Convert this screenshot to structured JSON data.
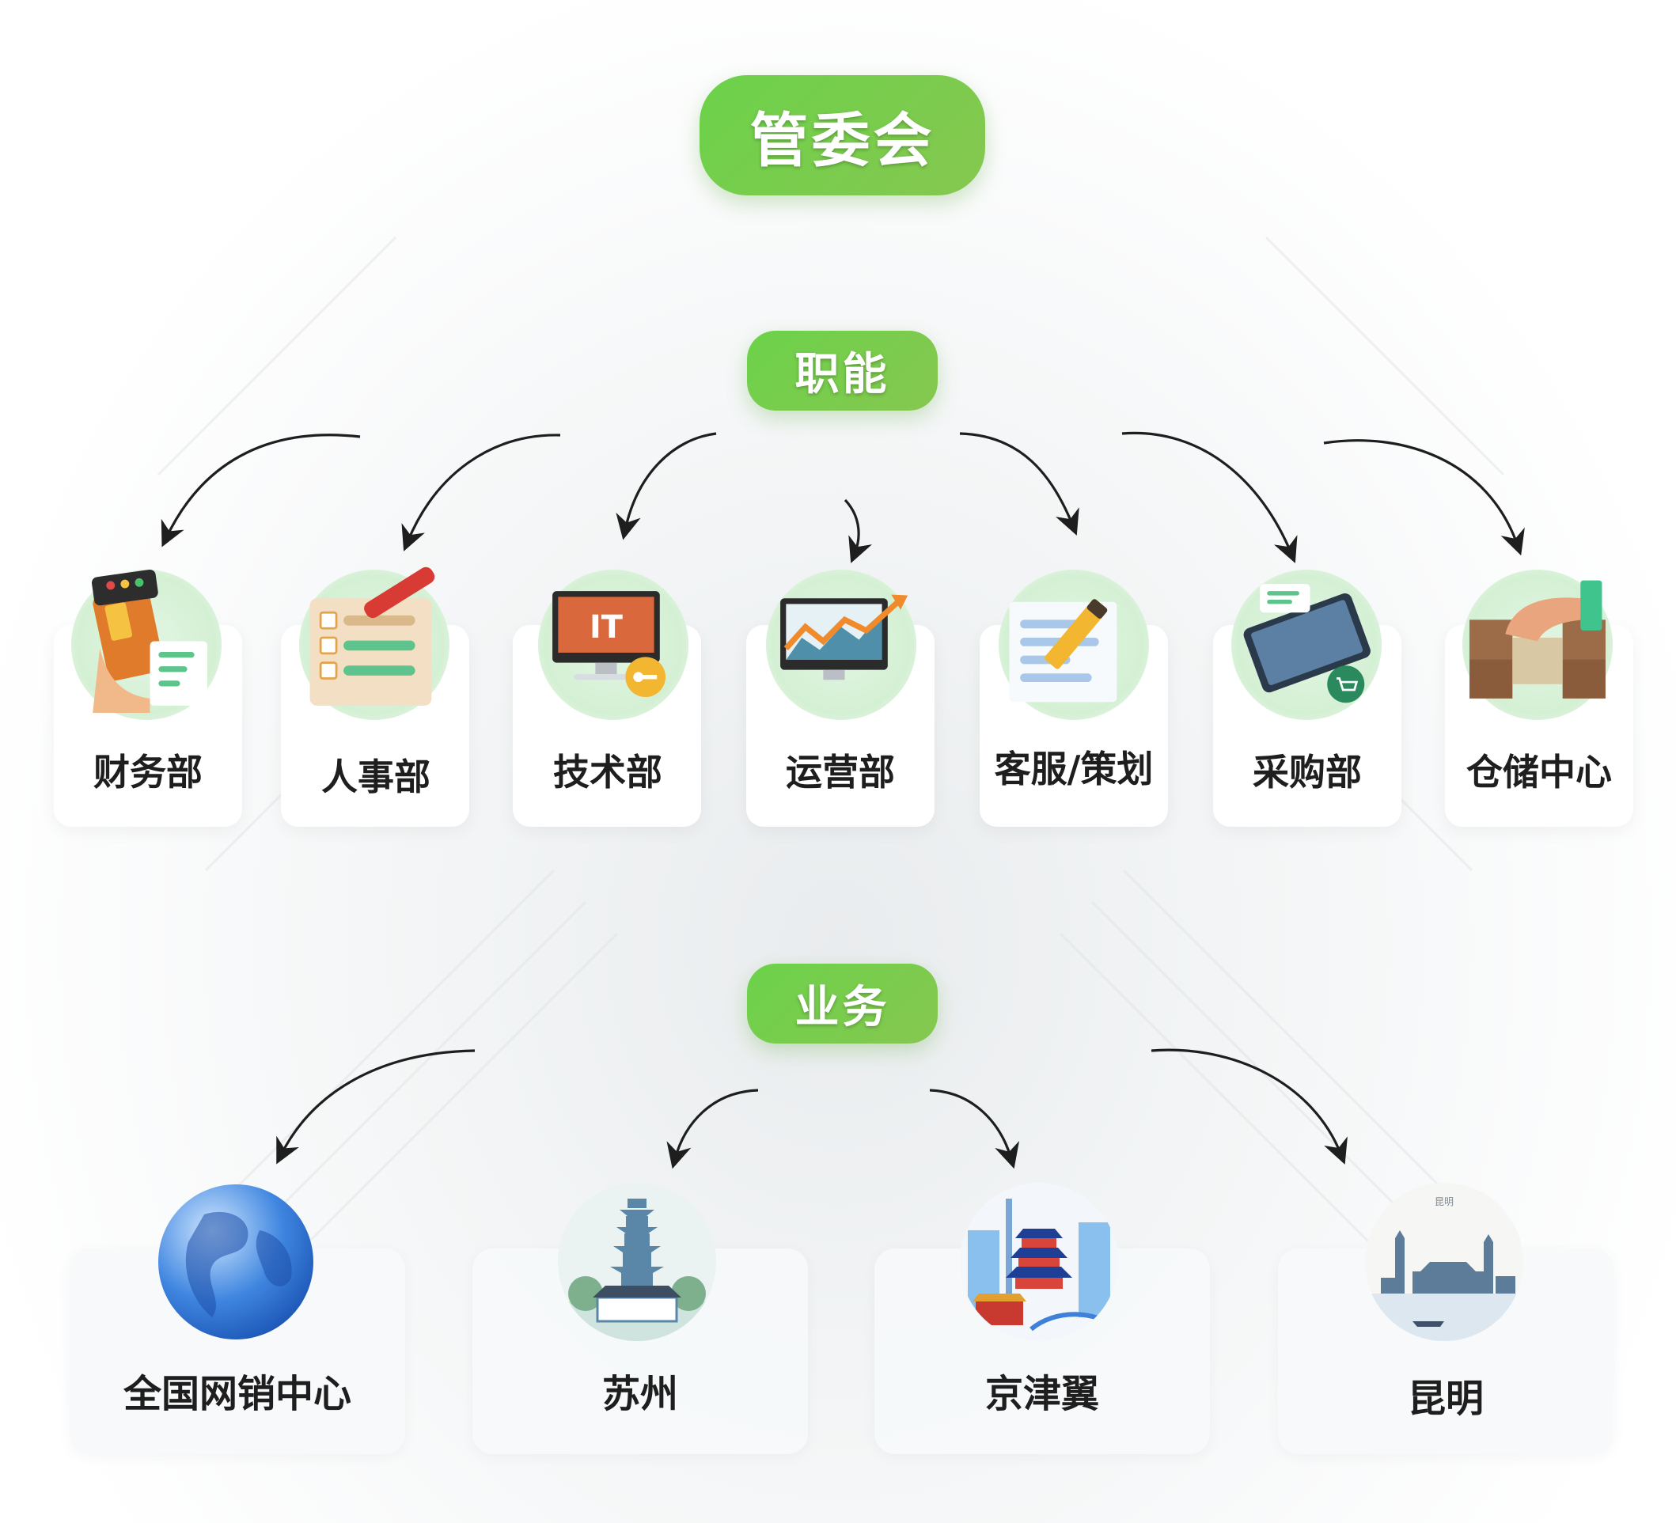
{
  "top": {
    "title": "管委会"
  },
  "functional": {
    "title": "职能",
    "departments": [
      {
        "label": "财务部",
        "icon": "card-payment-icon"
      },
      {
        "label": "人事部",
        "icon": "checklist-pen-icon"
      },
      {
        "label": "技术部",
        "icon": "it-monitor-icon"
      },
      {
        "label": "运营部",
        "icon": "chart-monitor-icon"
      },
      {
        "label": "客服/策划",
        "icon": "document-pencil-icon"
      },
      {
        "label": "采购部",
        "icon": "tablet-cart-icon"
      },
      {
        "label": "仓储中心",
        "icon": "boxes-hand-icon"
      }
    ],
    "it_icon_text": "IT"
  },
  "business": {
    "title": "业务",
    "units": [
      {
        "label": "全国网销中心",
        "icon": "globe-icon"
      },
      {
        "label": "苏州",
        "icon": "suzhou-pagoda-icon"
      },
      {
        "label": "京津翼",
        "icon": "beijing-temple-icon"
      },
      {
        "label": "昆明",
        "icon": "kunming-skyline-icon"
      }
    ],
    "kunming_badge": "昆明"
  },
  "colors": {
    "accent_green": "#6cd24a",
    "accent_green_end": "#86c750",
    "arrow": "#1e1e1e",
    "card_bg": "#ffffff"
  }
}
